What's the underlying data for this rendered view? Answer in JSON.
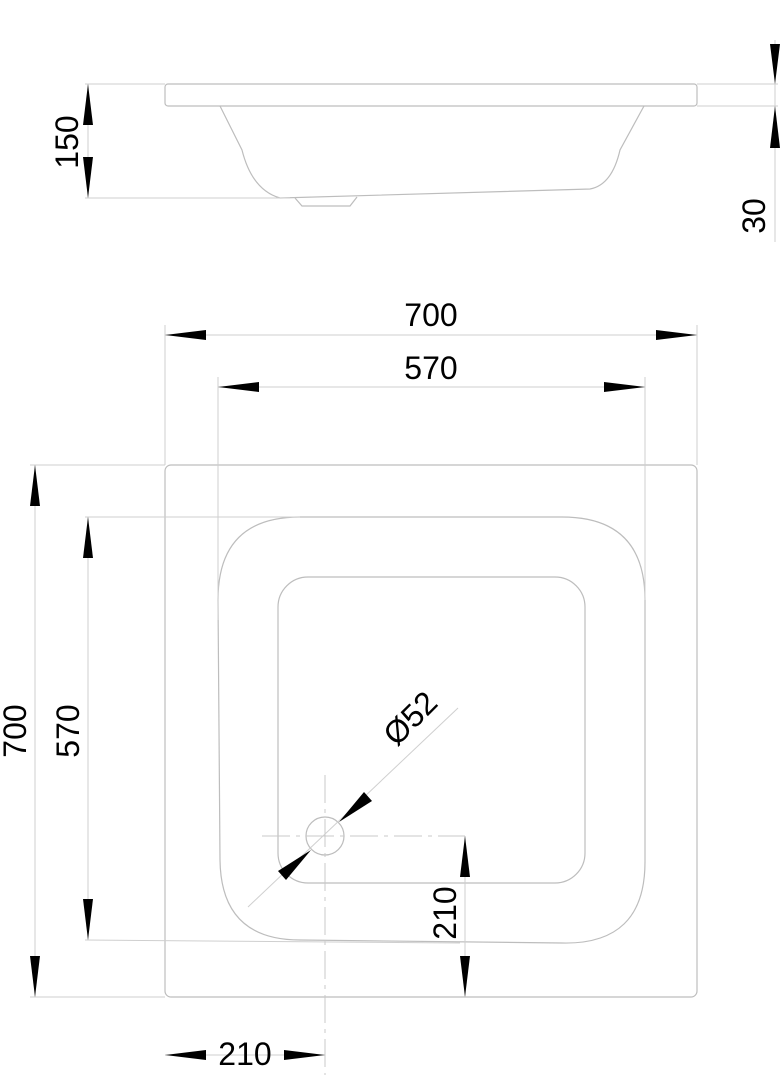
{
  "side_view": {
    "height_label": "150",
    "rim_label": "30"
  },
  "plan_view": {
    "outer_width_label": "700",
    "inner_width_label": "570",
    "outer_depth_label": "700",
    "inner_depth_label": "570",
    "drain_diameter_label": "Ø52",
    "drain_offset_x_label": "210",
    "drain_offset_y_label": "210"
  }
}
